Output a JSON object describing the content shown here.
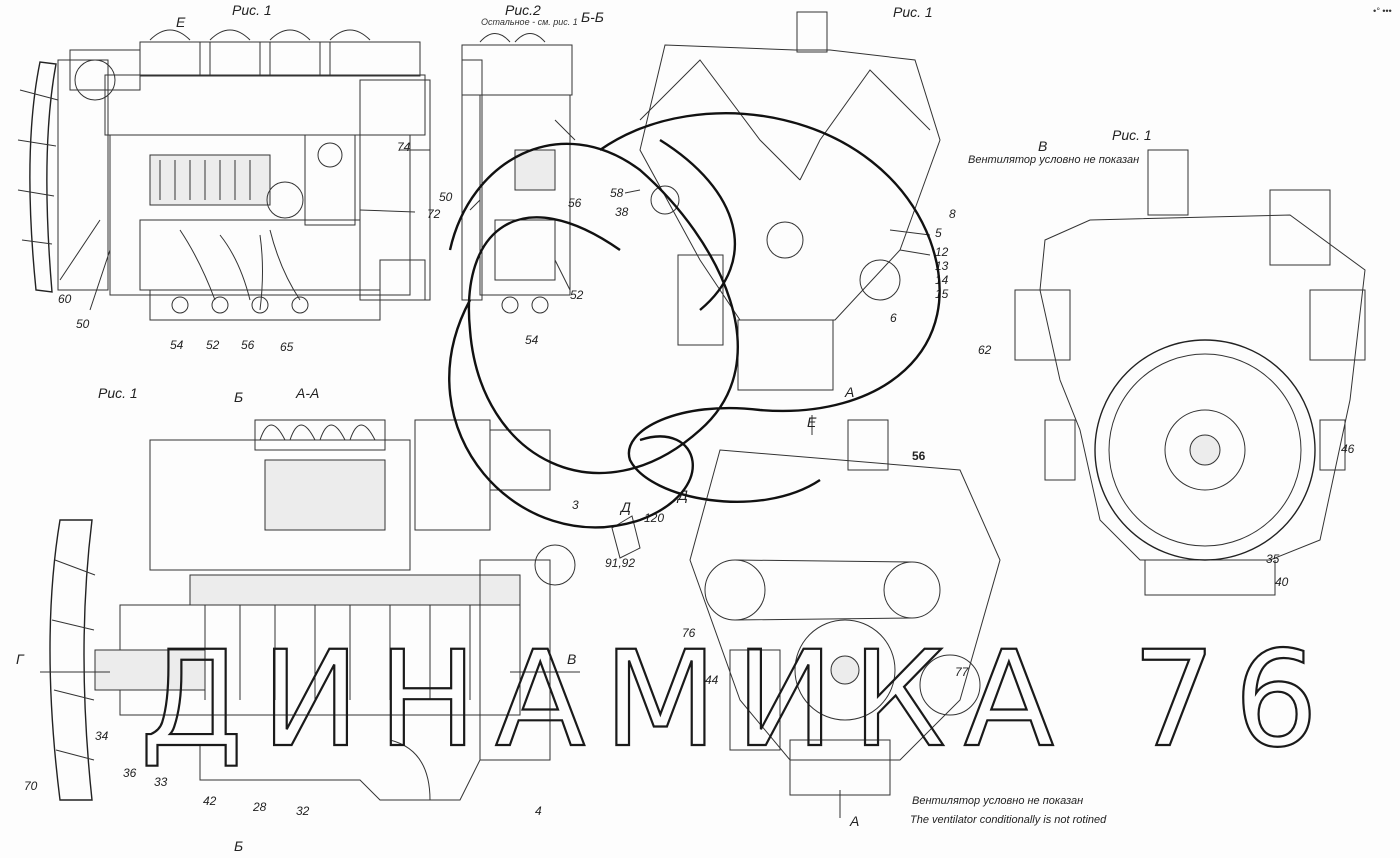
{
  "view_captions": {
    "top_left_fig": "Рис. 1",
    "top_left_e": "E",
    "top_mid_fig": "Рис.2",
    "top_mid_note": "Остальное - см. рис. 1",
    "top_right_bb": "Б-Б",
    "top_right_fig": "Рис. 1",
    "right_b": "В",
    "right_fig": "Рис. 1",
    "right_note": "Вентилятор условно не показан",
    "bottom_left_fig": "Рис. 1",
    "bottom_left_aa": "А-А",
    "section_b_top": "Б",
    "section_b_bottom": "Б",
    "arrow_g": "Г",
    "arrow_v": "В",
    "arrow_e": "Е",
    "arrow_a_top": "А",
    "arrow_a_bottom": "А",
    "arrow_d": "Д",
    "bottom_note_ru": "Вентилятор условно не показан",
    "bottom_note_en": "The ventilator conditionally is not rotined",
    "corner_mark": "•° •••"
  },
  "callouts": {
    "c74": "74",
    "c72": "72",
    "c60": "60",
    "c50a": "50",
    "c54a": "54",
    "c52a": "52",
    "c56a": "56",
    "c65": "65",
    "c50b": "50",
    "c56b": "56",
    "c52b": "52",
    "c54b": "54",
    "c58": "58",
    "c38": "38",
    "c8": "8",
    "c5": "5",
    "c12": "12",
    "c13": "13",
    "c14": "14",
    "c15": "15",
    "c6": "6",
    "c62": "62",
    "c46": "46",
    "c35": "35",
    "c40": "40",
    "c3": "3",
    "c120": "120",
    "c9192": "91,92",
    "c56c": "56",
    "c76": "76",
    "c44": "44",
    "c77": "77",
    "c34": "34",
    "c36": "36",
    "c33": "33",
    "c70": "70",
    "c42": "42",
    "c28": "28",
    "c32": "32",
    "c4": "4"
  },
  "watermark": "ДИНАМИКА 76"
}
